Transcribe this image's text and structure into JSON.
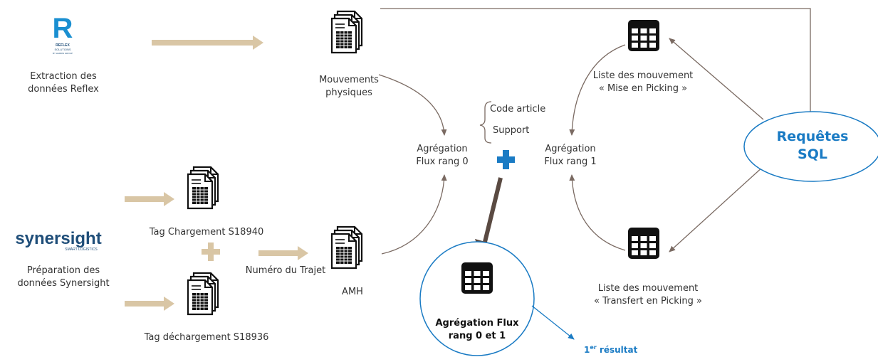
{
  "reflex_logo": {
    "letter": "R",
    "text_lines": [
      "REFLEX",
      "SOLUTIONS",
      "BY HARDIS GROUP"
    ]
  },
  "synersight_logo": {
    "name": "synersight",
    "tagline": "SMART LOGISTICS"
  },
  "labels": {
    "reflex_extraction": [
      "Extraction des",
      "données Reflex"
    ],
    "synersight_prep": [
      "Préparation des",
      "données Synersight"
    ],
    "mouvements_physiques": [
      "Mouvements",
      "physiques"
    ],
    "tag_chargement": "Tag Chargement S18940",
    "tag_dechargement": "Tag déchargement S18936",
    "numero_trajet": "Numéro du Trajet",
    "amh": "AMH",
    "code_article": "Code article",
    "support": "Support",
    "agregation_rang0": [
      "Agrégation",
      "Flux rang 0"
    ],
    "agregation_rang1": [
      "Agrégation",
      "Flux rang 1"
    ],
    "liste_mise": [
      "Liste des mouvement",
      "« Mise en Picking »"
    ],
    "liste_transfert": [
      "Liste des mouvement",
      "« Transfert en Picking »"
    ],
    "requetes_sql": [
      "Requêtes",
      "SQL"
    ],
    "agregation_final": [
      "Agrégation Flux",
      "rang 0 et 1"
    ],
    "resultat": {
      "base": "1",
      "sup": "er",
      "rest": " résultat"
    }
  },
  "colors": {
    "tan_arrow": "#d9c6a5",
    "blue": "#1a7bc4",
    "dark_arrow": "#5a4a42",
    "thin_arrow": "#7a6a62",
    "logo_blue": "#1a8fd1",
    "logo_dark": "#1f4e79"
  }
}
